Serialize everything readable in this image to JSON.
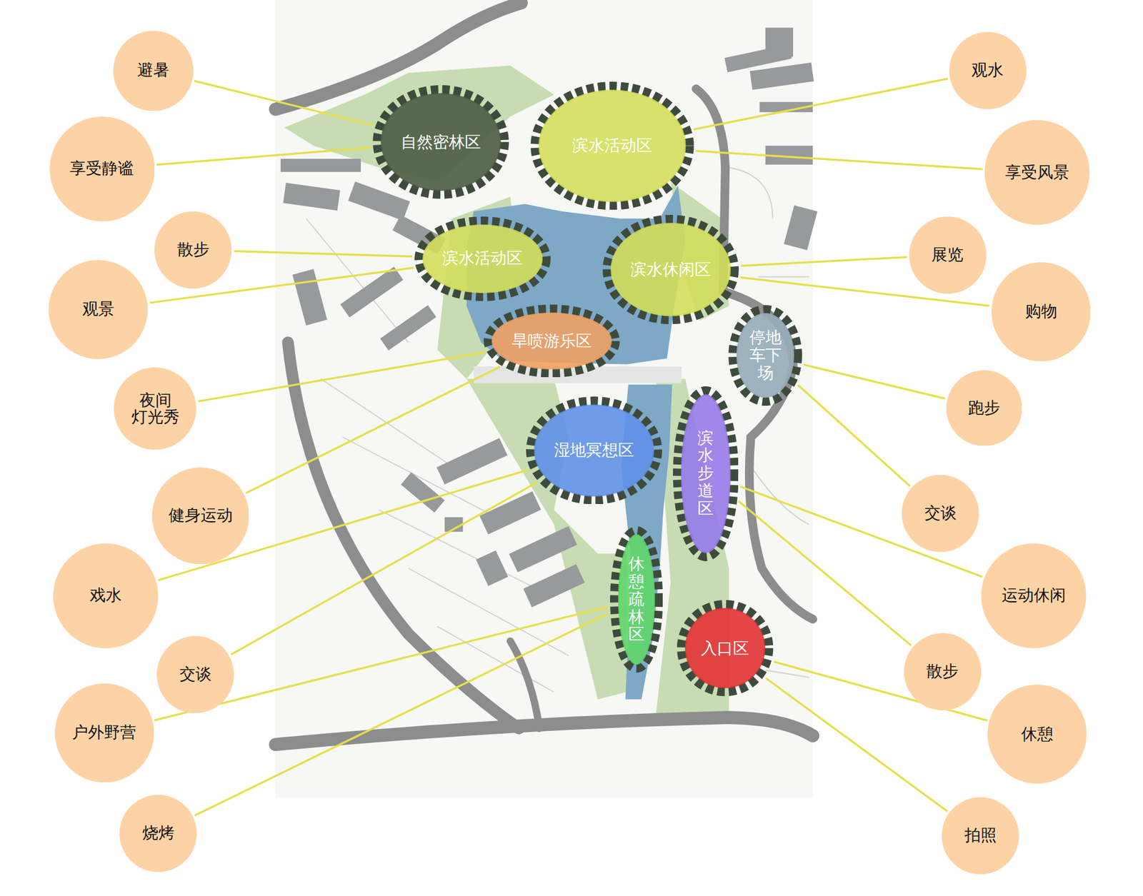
{
  "diagram": {
    "nodes": [
      {
        "text": [
          "自然密林区"
        ]
      },
      {
        "text": [
          "滨水活动区"
        ]
      },
      {
        "text": [
          "滨水活动区"
        ]
      },
      {
        "text": [
          "滨水休闲区"
        ]
      },
      {
        "text": [
          "停地 车下 场"
        ]
      },
      {
        "text": [
          "旱喷游乐区"
        ]
      },
      {
        "text": [
          "湿地冥想区"
        ]
      },
      {
        "text": [
          "滨水步道区"
        ]
      },
      {
        "text": [
          "休憩疏林区"
        ]
      },
      {
        "text": [
          "入口区"
        ]
      },
      {
        "text": [
          "避暑"
        ]
      },
      {
        "text": [
          "享受静谧"
        ]
      },
      {
        "text": [
          "散步"
        ]
      },
      {
        "text": [
          "观景"
        ]
      },
      {
        "text": [
          "夜间 灯光秀"
        ]
      },
      {
        "text": [
          "健身运动"
        ]
      },
      {
        "text": [
          "戏水"
        ]
      },
      {
        "text": [
          "交谈"
        ]
      },
      {
        "text": [
          "户外野营"
        ]
      },
      {
        "text": [
          "烧烤"
        ]
      },
      {
        "text": [
          "观水"
        ]
      },
      {
        "text": [
          "享受风景"
        ]
      },
      {
        "text": [
          "展览"
        ]
      },
      {
        "text": [
          "购物"
        ]
      },
      {
        "text": [
          "跑步"
        ]
      },
      {
        "text": [
          "交谈"
        ]
      },
      {
        "text": [
          "运动休闲"
        ]
      },
      {
        "text": [
          "散步"
        ]
      },
      {
        "text": [
          "休憩"
        ]
      },
      {
        "text": [
          "拍照"
        ]
      }
    ],
    "edges": [
      {
        "from": 10,
        "to": 0,
        "arrow": "none"
      },
      {
        "from": 11,
        "to": 0,
        "arrow": "none"
      },
      {
        "from": 12,
        "to": 2,
        "arrow": "none"
      },
      {
        "from": 13,
        "to": 2,
        "arrow": "none"
      },
      {
        "from": 14,
        "to": 5,
        "arrow": "none"
      },
      {
        "from": 15,
        "to": 5,
        "arrow": "none"
      },
      {
        "from": 16,
        "to": 6,
        "arrow": "none"
      },
      {
        "from": 17,
        "to": 6,
        "arrow": "none"
      },
      {
        "from": 18,
        "to": 8,
        "arrow": "none"
      },
      {
        "from": 19,
        "to": 8,
        "arrow": "none"
      },
      {
        "from": 20,
        "to": 1,
        "arrow": "none"
      },
      {
        "from": 21,
        "to": 1,
        "arrow": "none"
      },
      {
        "from": 22,
        "to": 3,
        "arrow": "none"
      },
      {
        "from": 23,
        "to": 3,
        "arrow": "none"
      },
      {
        "from": 24,
        "to": 4,
        "arrow": "none"
      },
      {
        "from": 25,
        "to": 4,
        "arrow": "none"
      },
      {
        "from": 26,
        "to": 7,
        "arrow": "none"
      },
      {
        "from": 27,
        "to": 7,
        "arrow": "none"
      },
      {
        "from": 28,
        "to": 9,
        "arrow": "none"
      },
      {
        "from": 29,
        "to": 9,
        "arrow": "none"
      }
    ]
  }
}
